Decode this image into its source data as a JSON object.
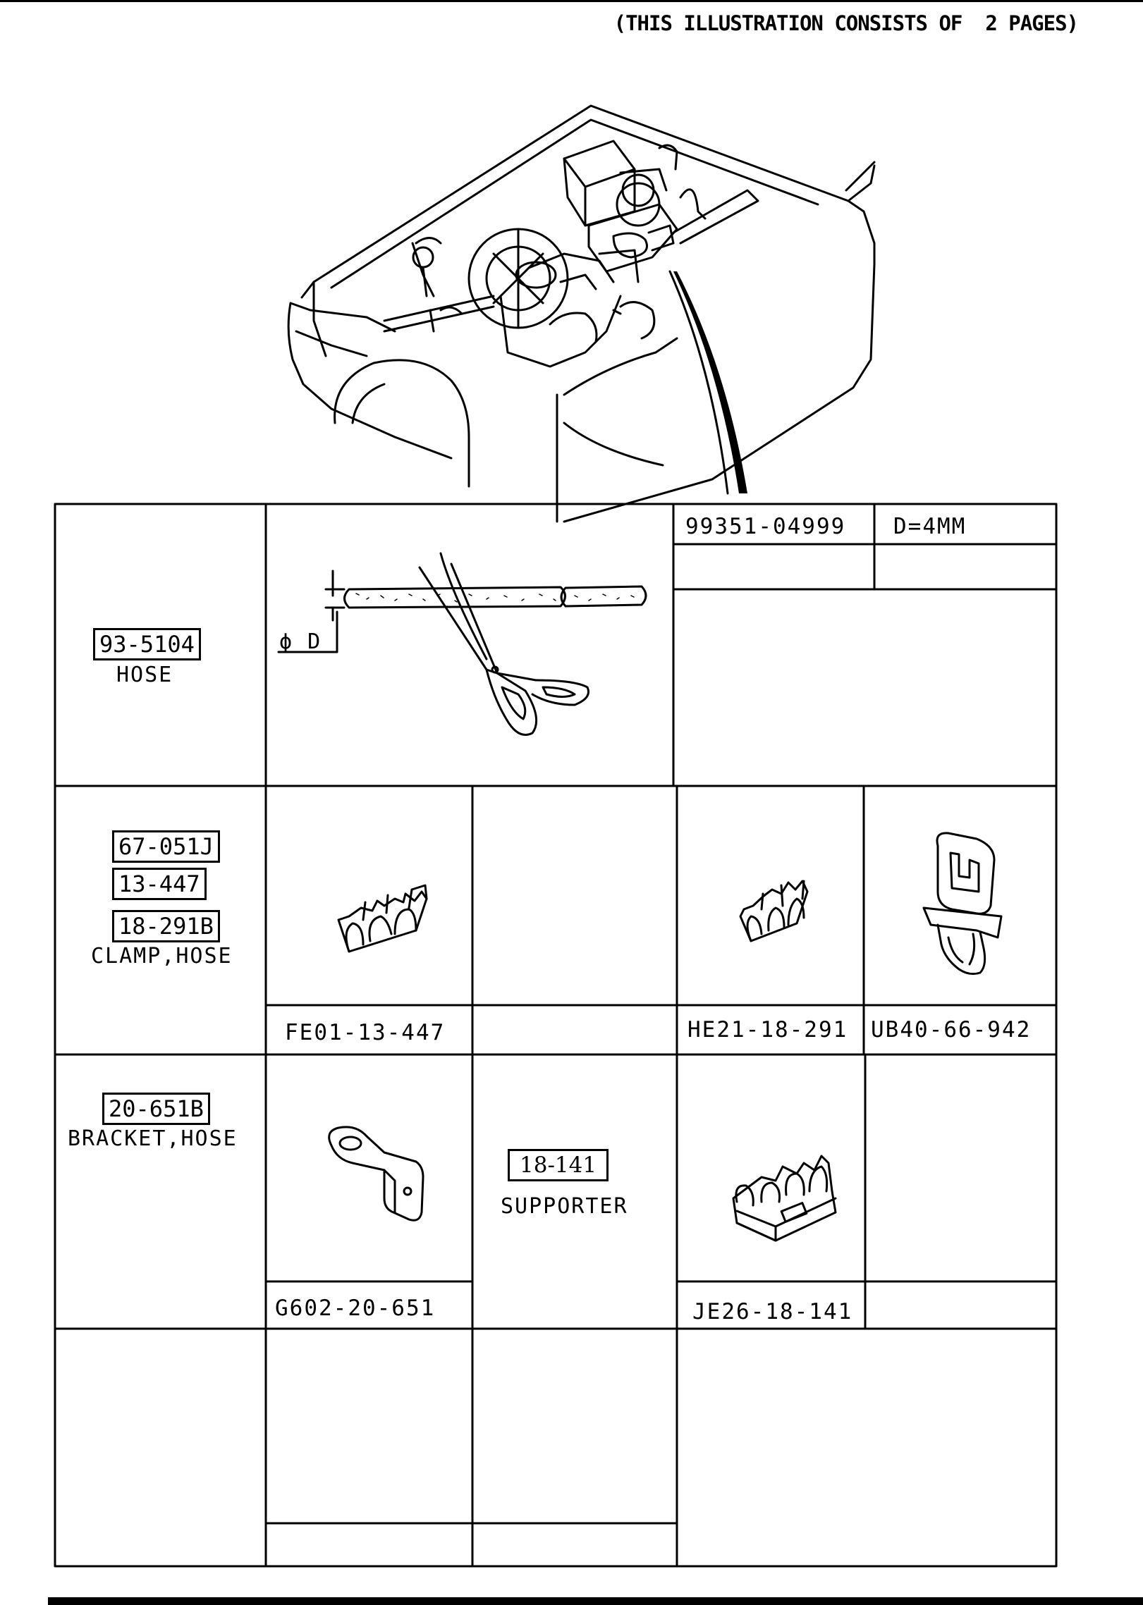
{
  "header": {
    "page_note": "(THIS ILLUSTRATION CONSISTS OF  2 PAGES)"
  },
  "parts": {
    "hose": {
      "ref": "93-5104",
      "name": "HOSE",
      "part_no": "99351-04999",
      "spec": "D=4MM",
      "dim_label": "ϕ D"
    },
    "clamp_hose": {
      "refs": [
        "67-051J",
        "13-447",
        "18-291B"
      ],
      "name": "CLAMP,HOSE",
      "part_nos": [
        "FE01-13-447",
        "HE21-18-291",
        "UB40-66-942"
      ]
    },
    "bracket_hose": {
      "ref": "20-651B",
      "name": "BRACKET,HOSE",
      "part_no": "G602-20-651"
    },
    "supporter": {
      "ref": "18-141",
      "name": "SUPPORTER",
      "part_no": "JE26-18-141"
    }
  }
}
